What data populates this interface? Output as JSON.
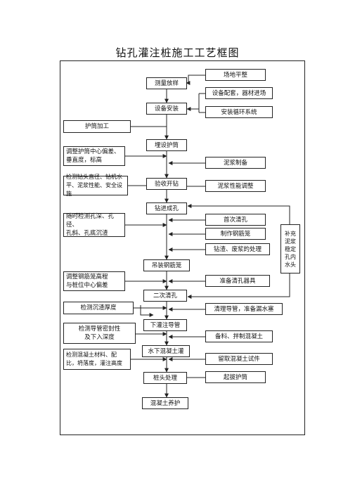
{
  "title": "钻孔灌注桩施工工艺框图",
  "main_steps": {
    "survey": "测量放样",
    "equipment_install": "设备安装",
    "bury_casing": "埋设护筒",
    "accept_start": "验收开钻",
    "drill_hole": "钻进成孔",
    "hoist_cage": "吊装钢筋笼",
    "second_clean": "二次清孔",
    "lower_pipe": "下灌注导管",
    "underwater_pour": "水下混凝土灌",
    "pile_head": "桩头处理",
    "curing": "混凝土养护"
  },
  "right_steps": {
    "site_leveling": "场地平整",
    "equipment_materials": "设备配套，器材进场",
    "mud_circulation": "安装循环系统",
    "mud_prep": "泥浆制备",
    "mud_adjust": "泥浆性能调整",
    "first_clean": "首次清孔",
    "make_cage": "制作钢筋笼",
    "slag_disposal": "钻渣、废浆的处理",
    "prepare_tools": "准备清孔器具",
    "clean_pipe": "清理导管，准备漏水塞",
    "mix_concrete": "备料、拌制混凝土",
    "test_samples": "留取混凝土试件",
    "remove_casing": "起拔护筒"
  },
  "far_right": "补充泥浆稳定孔内水头",
  "left_checks": {
    "casing_fab": "护筒加工",
    "adjust_casing": "调整护筒中心偏差、\n垂直度，标高",
    "check_bit": "检测钻头直径、钻机水\n平、泥浆性能、安全设施",
    "monitor_hole": "随时检测孔深、孔径、\n孔斜、孔底沉渣",
    "adjust_cage": "调整钢筋笼高程\n与桩位中心偏差",
    "check_sediment": "检测沉渣厚度",
    "check_pipe": "检测导管密封性\n及下入深度",
    "check_concrete": "检测混凝土材料、配\n比，坍落度，灌注高度"
  }
}
